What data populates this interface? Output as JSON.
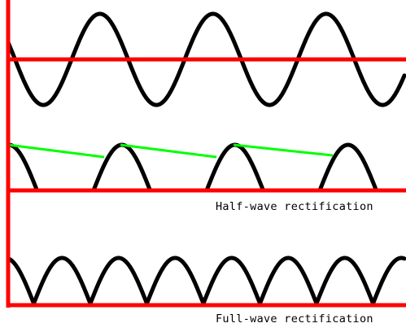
{
  "captions": {
    "half_wave": "Half-wave rectification",
    "full_wave": "Full-wave rectification"
  },
  "colors": {
    "background": "#ffffff",
    "axis": "#ff0000",
    "waveform": "#000000",
    "ripple": "#00ff00"
  },
  "waveforms": [
    {
      "kind": "sine",
      "cycles": 3.5
    },
    {
      "kind": "half-wave-rectified",
      "pulses": 4,
      "ripple_segments": 3
    },
    {
      "kind": "full-wave-rectified",
      "humps": 8
    }
  ]
}
